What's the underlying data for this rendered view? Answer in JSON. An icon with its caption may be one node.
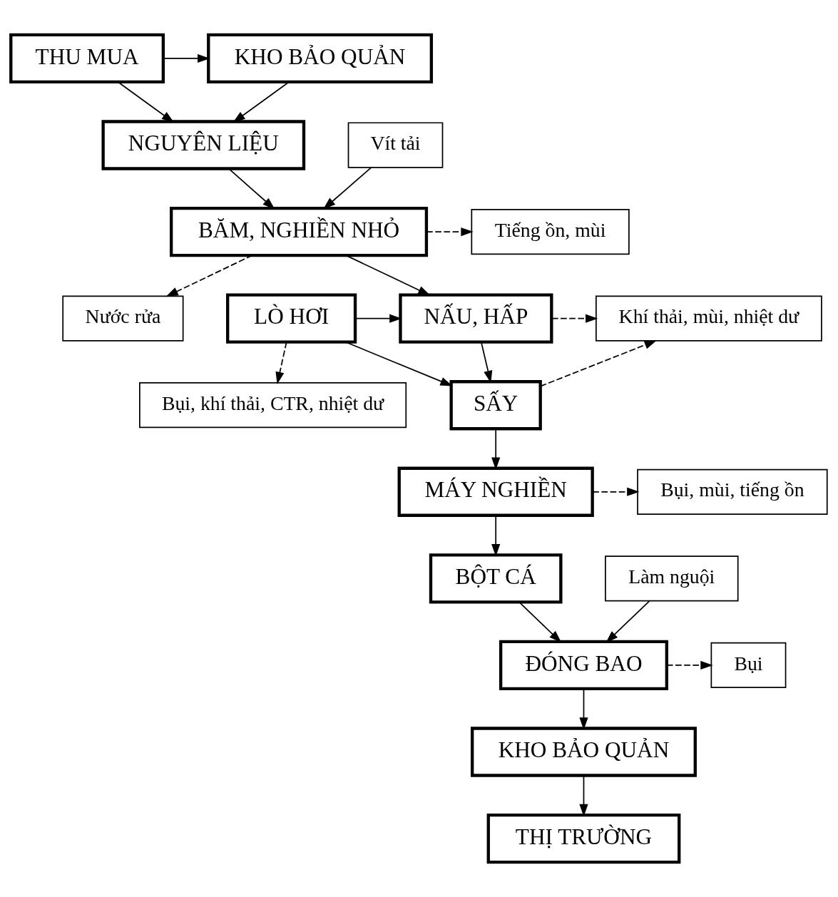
{
  "diagram": {
    "nodes": [
      {
        "text": [
          "THU MUA"
        ]
      },
      {
        "text": [
          "KHO BẢO QUẢN"
        ]
      },
      {
        "text": [
          "NGUYÊN LIỆU"
        ]
      },
      {
        "text": [
          "Vít tải"
        ]
      },
      {
        "text": [
          "BĂM, NGHIỀN NHỎ"
        ]
      },
      {
        "text": [
          "Tiếng ồn, mùi"
        ]
      },
      {
        "text": [
          "LÒ HƠI"
        ]
      },
      {
        "text": [
          "NẤU, HẤP"
        ]
      },
      {
        "text": [
          "Khí thải, mùi, nhiệt dư"
        ]
      },
      {
        "text": [
          "SẤY"
        ]
      },
      {
        "text": [
          "Bụi, khí thải, CTR, nhiệt dư"
        ]
      },
      {
        "text": [
          "MÁY NGHIỀN"
        ]
      },
      {
        "text": [
          "Bụi, mùi, tiếng ồn"
        ]
      },
      {
        "text": [
          "Nước rửa"
        ]
      },
      {
        "text": [
          "BỘT CÁ"
        ]
      },
      {
        "text": [
          "Làm nguội"
        ]
      },
      {
        "text": [
          "ĐÓNG BAO"
        ]
      },
      {
        "text": [
          "Bụi"
        ]
      },
      {
        "text": [
          "KHO BẢO QUẢN"
        ]
      },
      {
        "text": [
          "THỊ TRƯỜNG"
        ]
      }
    ],
    "edges": [
      {
        "from": 0,
        "to": 1,
        "arrow": "to"
      },
      {
        "from": 0,
        "to": 2,
        "arrow": "to"
      },
      {
        "from": 1,
        "to": 2,
        "arrow": "to"
      },
      {
        "from": 3,
        "to": 4,
        "arrow": "to"
      },
      {
        "from": 2,
        "to": 4,
        "arrow": "to"
      },
      {
        "from": 4,
        "to": 5,
        "arrow": "to",
        "style": "dashed"
      },
      {
        "from": 4,
        "to": 13,
        "arrow": "to",
        "style": "dashed"
      },
      {
        "from": 4,
        "to": 7,
        "arrow": "to"
      },
      {
        "from": 6,
        "to": 7,
        "arrow": "to"
      },
      {
        "from": 6,
        "to": 9,
        "arrow": "to"
      },
      {
        "from": 6,
        "to": 10,
        "arrow": "to",
        "style": "dashed"
      },
      {
        "from": 7,
        "to": 8,
        "arrow": "to",
        "style": "dashed"
      },
      {
        "from": 7,
        "to": 9,
        "arrow": "to"
      },
      {
        "from": 9,
        "to": 8,
        "arrow": "to",
        "style": "dashed"
      },
      {
        "from": 9,
        "to": 11,
        "arrow": "to"
      },
      {
        "from": 11,
        "to": 12,
        "arrow": "to",
        "style": "dashed"
      },
      {
        "from": 11,
        "to": 14,
        "arrow": "to"
      },
      {
        "from": 15,
        "to": 16,
        "arrow": "to"
      },
      {
        "from": 14,
        "to": 16,
        "arrow": "to"
      },
      {
        "from": 16,
        "to": 17,
        "arrow": "to",
        "style": "dashed"
      },
      {
        "from": 16,
        "to": 18,
        "arrow": "to"
      },
      {
        "from": 18,
        "to": 19,
        "arrow": "to"
      }
    ]
  }
}
